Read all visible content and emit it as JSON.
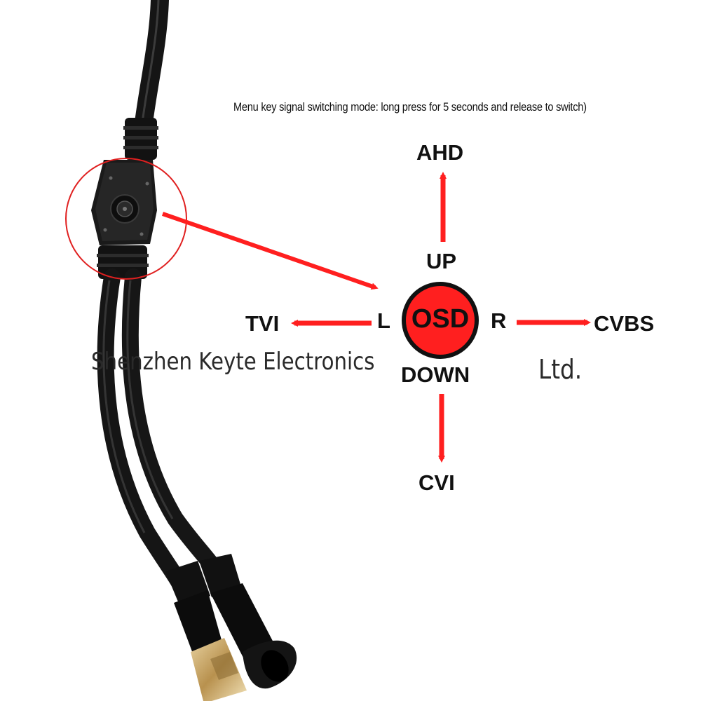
{
  "caption": "Menu key signal switching mode: long press for 5 seconds and release to switch)",
  "button_label": "OSD",
  "directions": {
    "up": "UP",
    "down": "DOWN",
    "left": "L",
    "right": "R"
  },
  "modes": {
    "up": "AHD",
    "down": "CVI",
    "left": "TVI",
    "right": "CVBS"
  },
  "watermark": {
    "company": "Shenzhen Keyte Electronics",
    "suffix": "Ltd."
  },
  "colors": {
    "arrow": "#ff1f1f",
    "callout_circle": "#e02020",
    "cable": "#151515",
    "bnc_gold": "#c9a86a"
  }
}
